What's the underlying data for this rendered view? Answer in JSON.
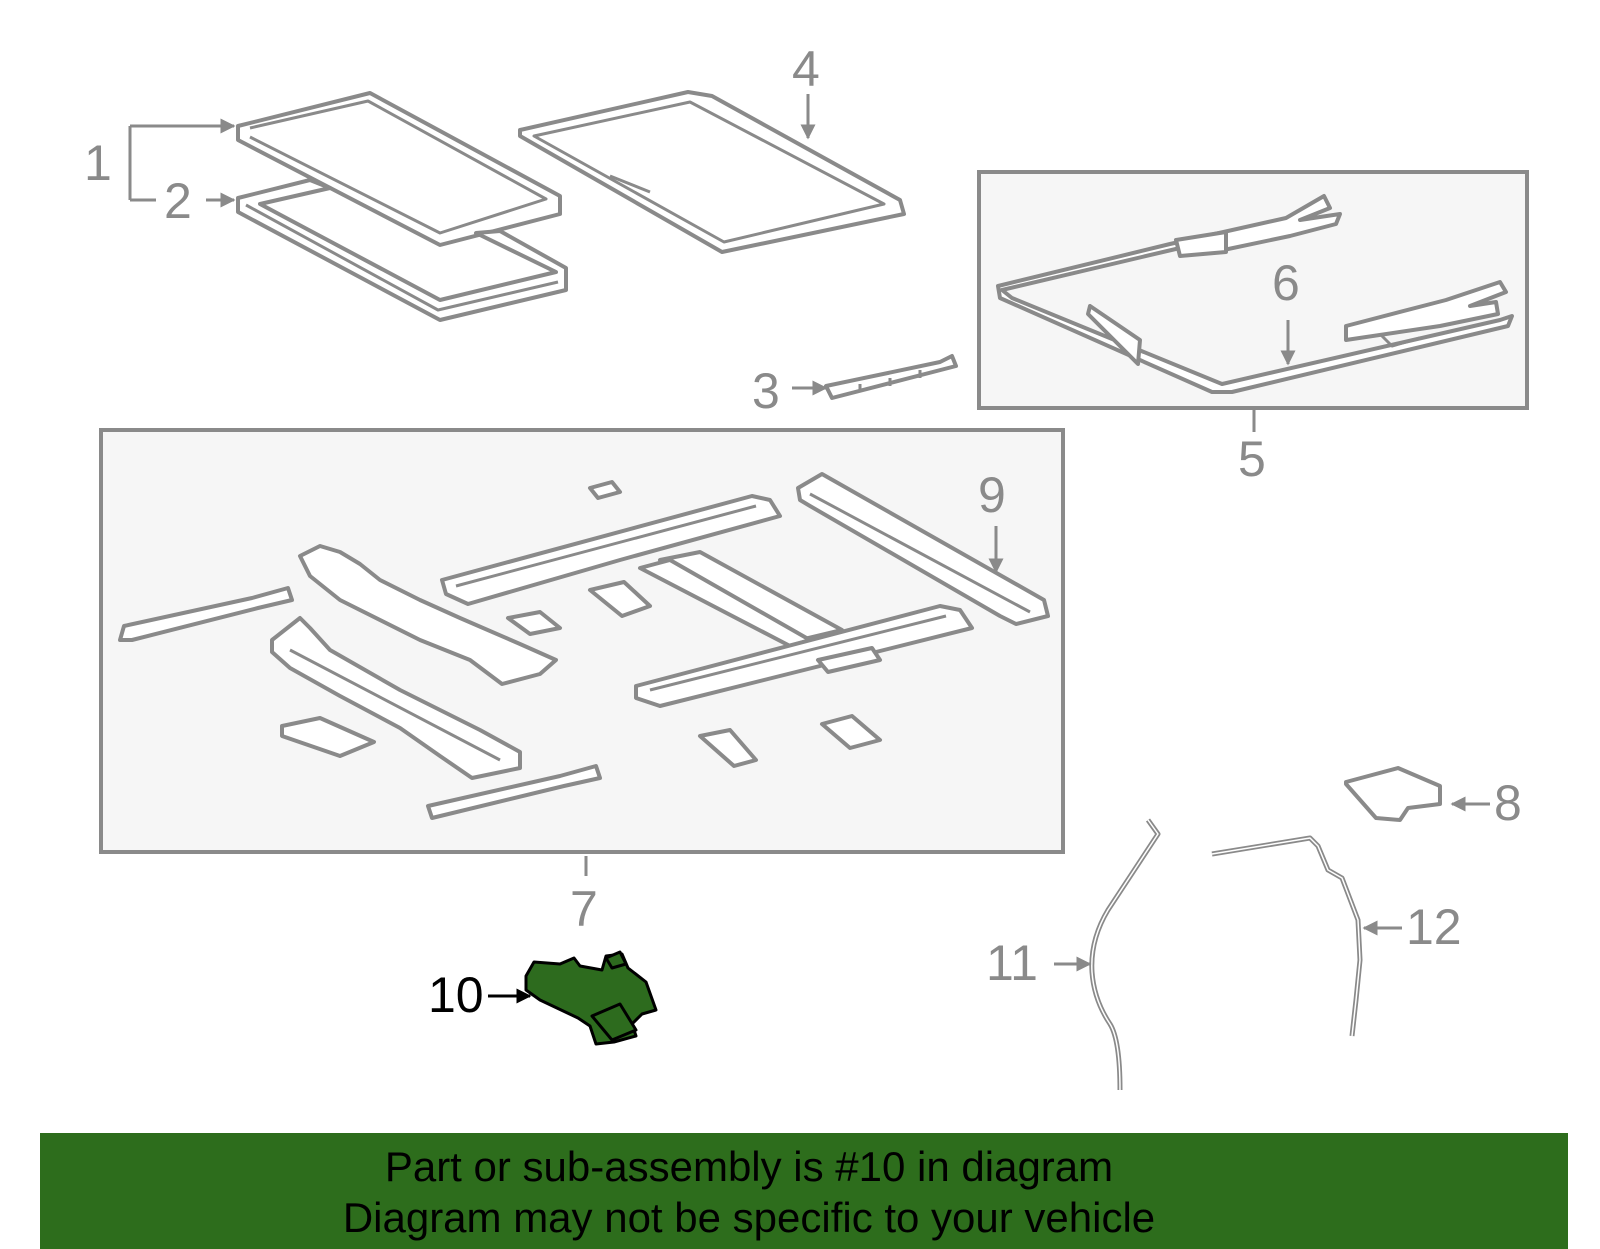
{
  "diagram": {
    "highlighted_part": "10",
    "callouts": [
      "1",
      "2",
      "3",
      "4",
      "5",
      "6",
      "7",
      "8",
      "9",
      "10",
      "11",
      "12"
    ]
  },
  "banner": {
    "line1": "Part or sub-assembly is #10 in diagram",
    "line2": "Diagram may not be specific to your vehicle"
  },
  "colors": {
    "highlight": "#2d6b1e",
    "banner": "#2d6d1c",
    "line_art": "#8a8a8a",
    "box_fill": "#f6f6f6"
  }
}
